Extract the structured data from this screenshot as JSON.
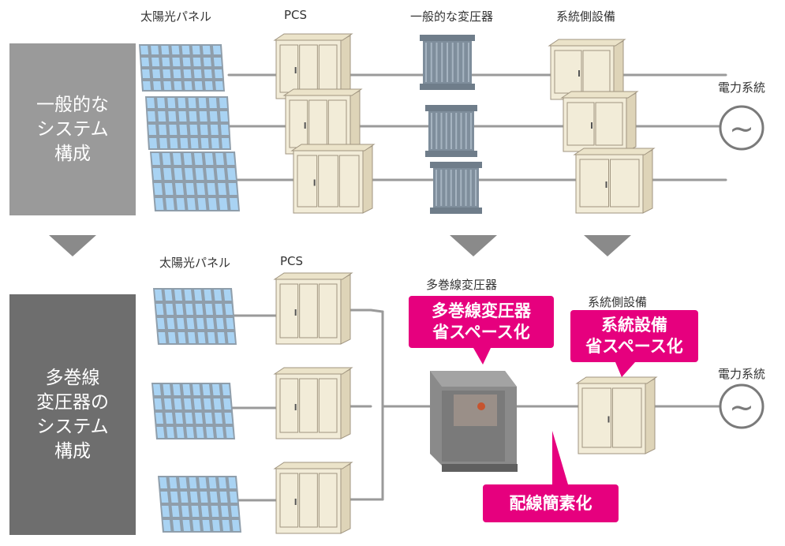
{
  "colors": {
    "top_box": "#9a9a9a",
    "bottom_box": "#6e6e6e",
    "arrow": "#8a8a8a",
    "line": "#9a9a9a",
    "panel_cell": "#a9d3f3",
    "panel_frame": "#8f9eab",
    "cabinet": "#f2ecd8",
    "cabinet_edge": "#a09580",
    "transformer": "#7f8e9c",
    "callout": "#e6007e"
  },
  "top": {
    "title": "一般的な\nシステム\n構成",
    "headers": {
      "panel": "太陽光パネル",
      "pcs": "PCS",
      "transformer": "一般的な変圧器",
      "grid_side": "系統側設備",
      "grid": "電力系統"
    }
  },
  "bottom": {
    "title": "多巻線\n変圧器の\nシステム\n構成",
    "headers": {
      "panel": "太陽光パネル",
      "pcs": "PCS",
      "transformer": "多巻線変圧器",
      "grid_side": "系統側設備",
      "grid": "電力系統"
    },
    "callouts": {
      "transformer": "多巻線変圧器\n省スペース化",
      "grid_side": "系統設備\n省スペース化",
      "wiring": "配線簡素化"
    }
  },
  "symbols": {
    "ac": "~"
  }
}
